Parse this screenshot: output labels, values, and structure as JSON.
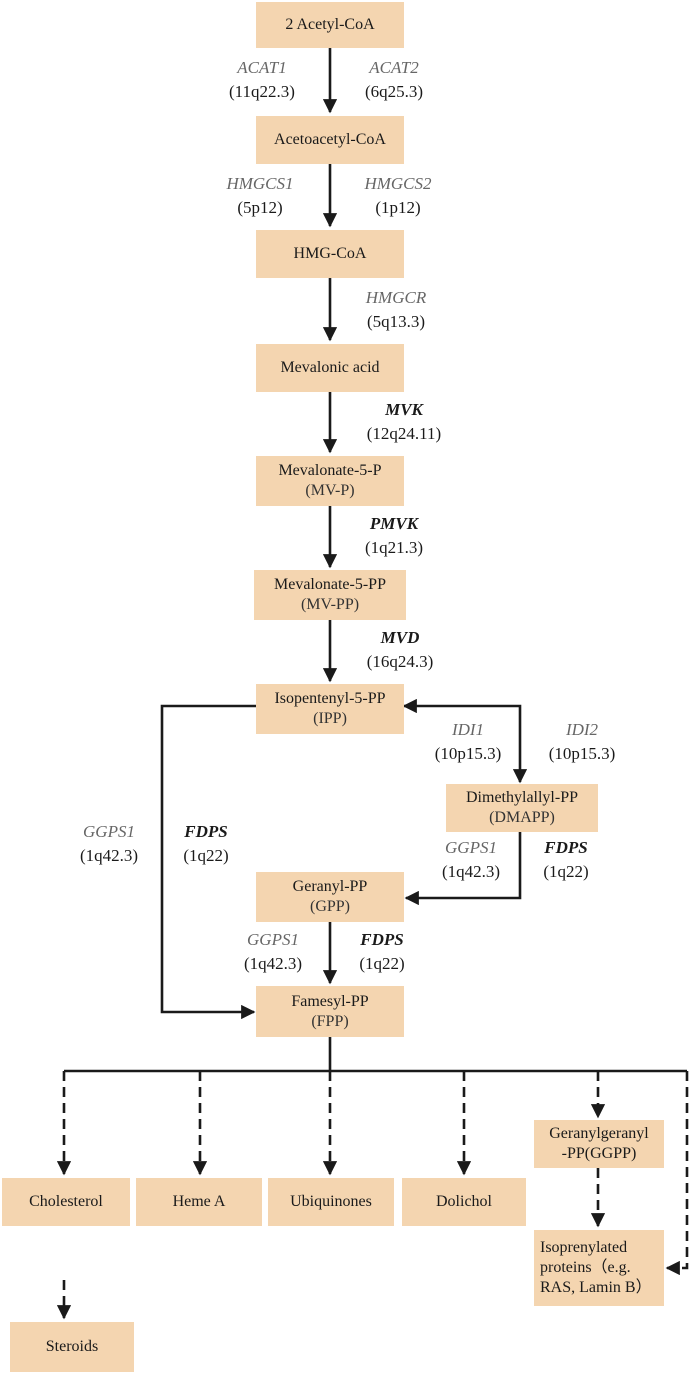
{
  "nodes": {
    "acetyl_coa": {
      "label": "2 Acetyl-CoA"
    },
    "acetoacetyl_coa": {
      "label": "Acetoacetyl-CoA"
    },
    "hmg_coa": {
      "label": "HMG-CoA"
    },
    "mevalonic_acid": {
      "label": "Mevalonic acid"
    },
    "mvp": {
      "label": "Mevalonate-5-P",
      "sub": "(MV-P)"
    },
    "mvpp": {
      "label": "Mevalonate-5-PP",
      "sub": "(MV-PP)"
    },
    "ipp": {
      "label": "Isopentenyl-5-PP",
      "sub": "(IPP)"
    },
    "dmapp": {
      "label": "Dimethylallyl-PP",
      "sub": "(DMAPP)"
    },
    "gpp": {
      "label": "Geranyl-PP",
      "sub": "(GPP)"
    },
    "fpp": {
      "label": "Famesyl-PP",
      "sub": "(FPP)"
    },
    "ggpp": {
      "label": "Geranylgeranyl",
      "sub": "-PP(GGPP)"
    },
    "cholesterol": {
      "label": "Cholesterol"
    },
    "heme_a": {
      "label": "Heme A"
    },
    "ubiquinones": {
      "label": "Ubiquinones"
    },
    "dolichol": {
      "label": "Dolichol"
    },
    "isoprenylated": {
      "line1": "Isoprenylated",
      "line2": "proteins（e.g.",
      "line3": "RAS, Lamin B）"
    },
    "steroids": {
      "label": "Steroids"
    }
  },
  "enzymes": {
    "acat1": {
      "gene": "ACAT1",
      "loc": "(11q22.3)"
    },
    "acat2": {
      "gene": "ACAT2",
      "loc": "(6q25.3)"
    },
    "hmgcs1": {
      "gene": "HMGCS1",
      "loc": "(5p12)"
    },
    "hmgcs2": {
      "gene": "HMGCS2",
      "loc": "(1p12)"
    },
    "hmgcr": {
      "gene": "HMGCR",
      "loc": "(5q13.3)"
    },
    "mvk": {
      "gene": "MVK",
      "loc": "(12q24.11)"
    },
    "pmvk": {
      "gene": "PMVK",
      "loc": "(1q21.3)"
    },
    "mvd": {
      "gene": "MVD",
      "loc": "(16q24.3)"
    },
    "idi1": {
      "gene": "IDI1",
      "loc": "(10p15.3)"
    },
    "idi2": {
      "gene": "IDI2",
      "loc": "(10p15.3)"
    },
    "ggps1_left": {
      "gene": "GGPS1",
      "loc": "(1q42.3)"
    },
    "fdps_left": {
      "gene": "FDPS",
      "loc": "(1q22)"
    },
    "ggps1_dmapp": {
      "gene": "GGPS1",
      "loc": "(1q42.3)"
    },
    "fdps_dmapp": {
      "gene": "FDPS",
      "loc": "(1q22)"
    },
    "ggps1_gpp": {
      "gene": "GGPS1",
      "loc": "(1q42.3)"
    },
    "fdps_gpp": {
      "gene": "FDPS",
      "loc": "(1q22)"
    }
  },
  "colors": {
    "box_fill": "#f4d5b0",
    "line": "#1a1a1a",
    "gene_italic": "#666666"
  }
}
